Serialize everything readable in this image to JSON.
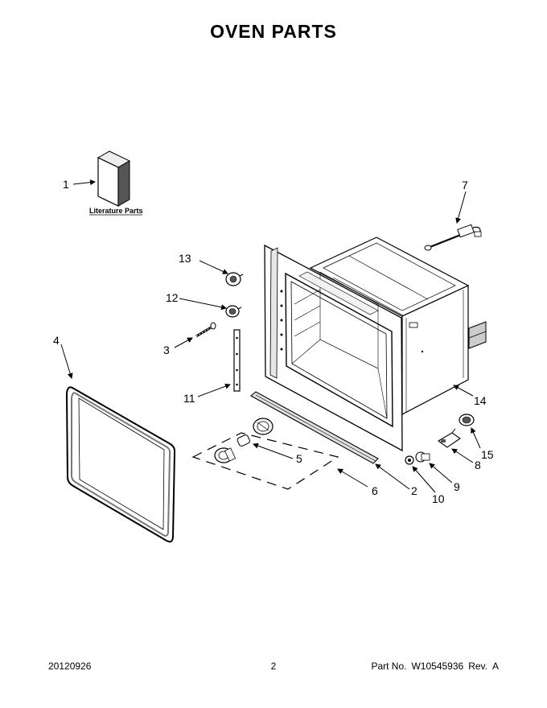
{
  "page": {
    "title": "OVEN PARTS"
  },
  "literature": {
    "label": "Literature Parts"
  },
  "callouts": {
    "c1": "1",
    "c2": "2",
    "c3": "3",
    "c4": "4",
    "c5": "5",
    "c6": "6",
    "c7": "7",
    "c8": "8",
    "c9": "9",
    "c10": "10",
    "c11": "11",
    "c12": "12",
    "c13": "13",
    "c14": "14",
    "c15": "15"
  },
  "footer": {
    "date": "20120926",
    "page_number": "2",
    "part_label": "Part No.",
    "part_number": "W10545936",
    "rev_label": "Rev.",
    "rev": "A"
  },
  "colors": {
    "line": "#000000",
    "fill_light": "#ffffff",
    "fill_gray": "#d9d9d9",
    "fill_dark": "#444444"
  }
}
